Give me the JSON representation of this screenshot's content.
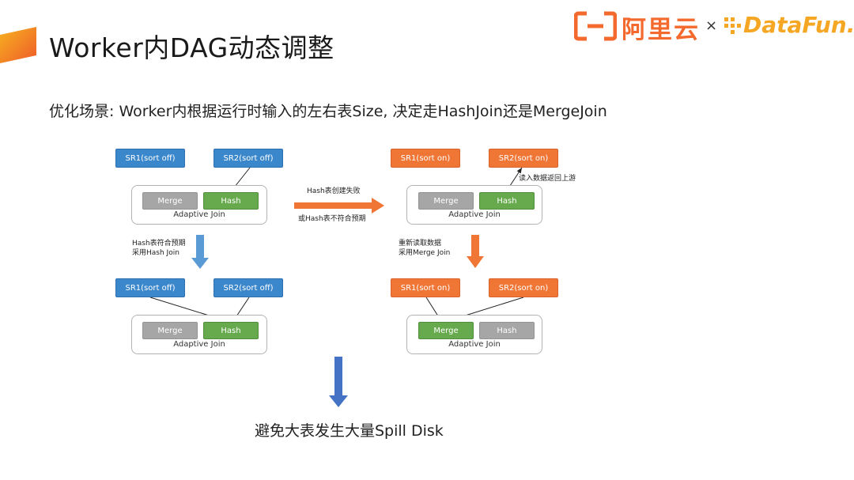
{
  "slide": {
    "title": "Worker内DAG动态调整",
    "subtitle": "优化场景: Worker内根据运行时输入的左右表Size, 决定走HashJoin还是MergeJoin",
    "conclusion": "避免大表发生大量Spill Disk"
  },
  "logos": {
    "aliyun_text": "阿里云",
    "separator": "×",
    "datafun_text": "DataFun."
  },
  "colors": {
    "blue": "#3b87cc",
    "orange": "#ef7635",
    "green": "#66aa4d",
    "gray": "#a6a6a6",
    "down_arrow_blue": "#5b9bd5",
    "conclusion_arrow": "#4472c4"
  },
  "diagram": {
    "left_top": {
      "sr1": "SR1(sort off)",
      "sr2": "SR2(sort off)",
      "merge": "Merge",
      "hash": "Hash",
      "join": "Adaptive Join"
    },
    "left_bottom": {
      "sr1": "SR1(sort off)",
      "sr2": "SR2(sort off)",
      "merge": "Merge",
      "hash": "Hash",
      "join": "Adaptive Join"
    },
    "right_top": {
      "sr1": "SR1(sort on)",
      "sr2": "SR2(sort on)",
      "merge": "Merge",
      "hash": "Hash",
      "join": "Adaptive Join"
    },
    "right_bottom": {
      "sr1": "SR1(sort on)",
      "sr2": "SR2(sort on)",
      "merge": "Merge",
      "hash": "Hash",
      "join": "Adaptive Join"
    },
    "labels": {
      "hash_fail_1": "Hash表创建失败",
      "hash_fail_2": "或Hash表不符合预期",
      "hash_ok_1": "Hash表符合预期",
      "hash_ok_2": "采用Hash Join",
      "reread_1": "重新读取数据",
      "reread_2": "采用Merge Join",
      "upstream": "读入数据返回上游"
    }
  }
}
